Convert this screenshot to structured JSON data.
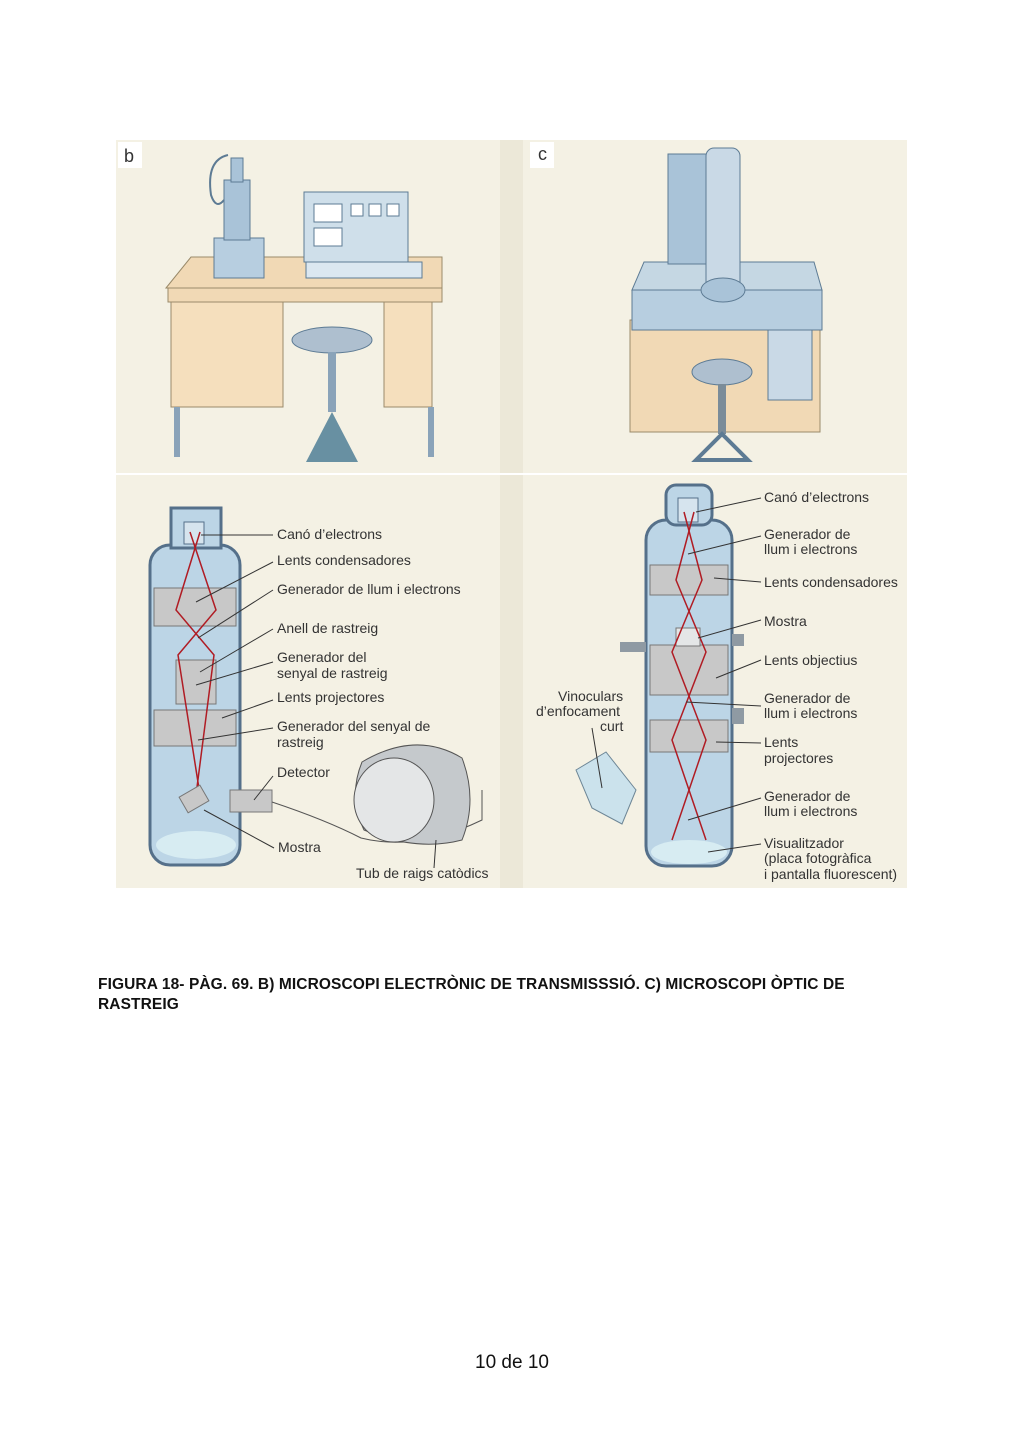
{
  "figure": {
    "panel_b_letter": "b",
    "panel_c_letter": "c",
    "panel_b_labels": {
      "cano": "Canó d’electrons",
      "lents_condensadores": "Lents condensadores",
      "generador_llum": "Generador de llum i electrons",
      "anell": "Anell de rastreig",
      "generador_senyal_1": "Generador del",
      "generador_senyal_2": "senyal de rastreig",
      "lents_projectores": "Lents projectores",
      "generador_senyal_de_1": "Generador del senyal de",
      "generador_senyal_de_2": "rastreig",
      "detector": "Detector",
      "mostra": "Mostra",
      "tub": "Tub de raigs catòdics"
    },
    "panel_c_labels": {
      "cano": "Canó d’electrons",
      "generador_1a": "Generador de",
      "generador_1b": "llum i electrons",
      "lents_condensadores": "Lents condensadores",
      "mostra": "Mostra",
      "lents_objectius": "Lents objectius",
      "vinoculars_1": "Vinoculars",
      "vinoculars_2": "d’enfocament",
      "vinoculars_3": "curt",
      "generador_2a": "Generador de",
      "generador_2b": "llum i electrons",
      "lents_proj_1": "Lents",
      "lents_proj_2": "projectores",
      "generador_3a": "Generador de",
      "generador_3b": "llum i electrons",
      "visual_1": "Visualitzador",
      "visual_2": "(placa fotogràfica",
      "visual_3": "i pantalla fluorescent)"
    }
  },
  "caption": "FIGURA 18- PÀG. 69. B) MICROSCOPI ELECTRÒNIC DE TRANSMISSSIÓ. C) MICROSCOPI ÒPTIC DE RASTREIG",
  "page_number": "10 de 10"
}
